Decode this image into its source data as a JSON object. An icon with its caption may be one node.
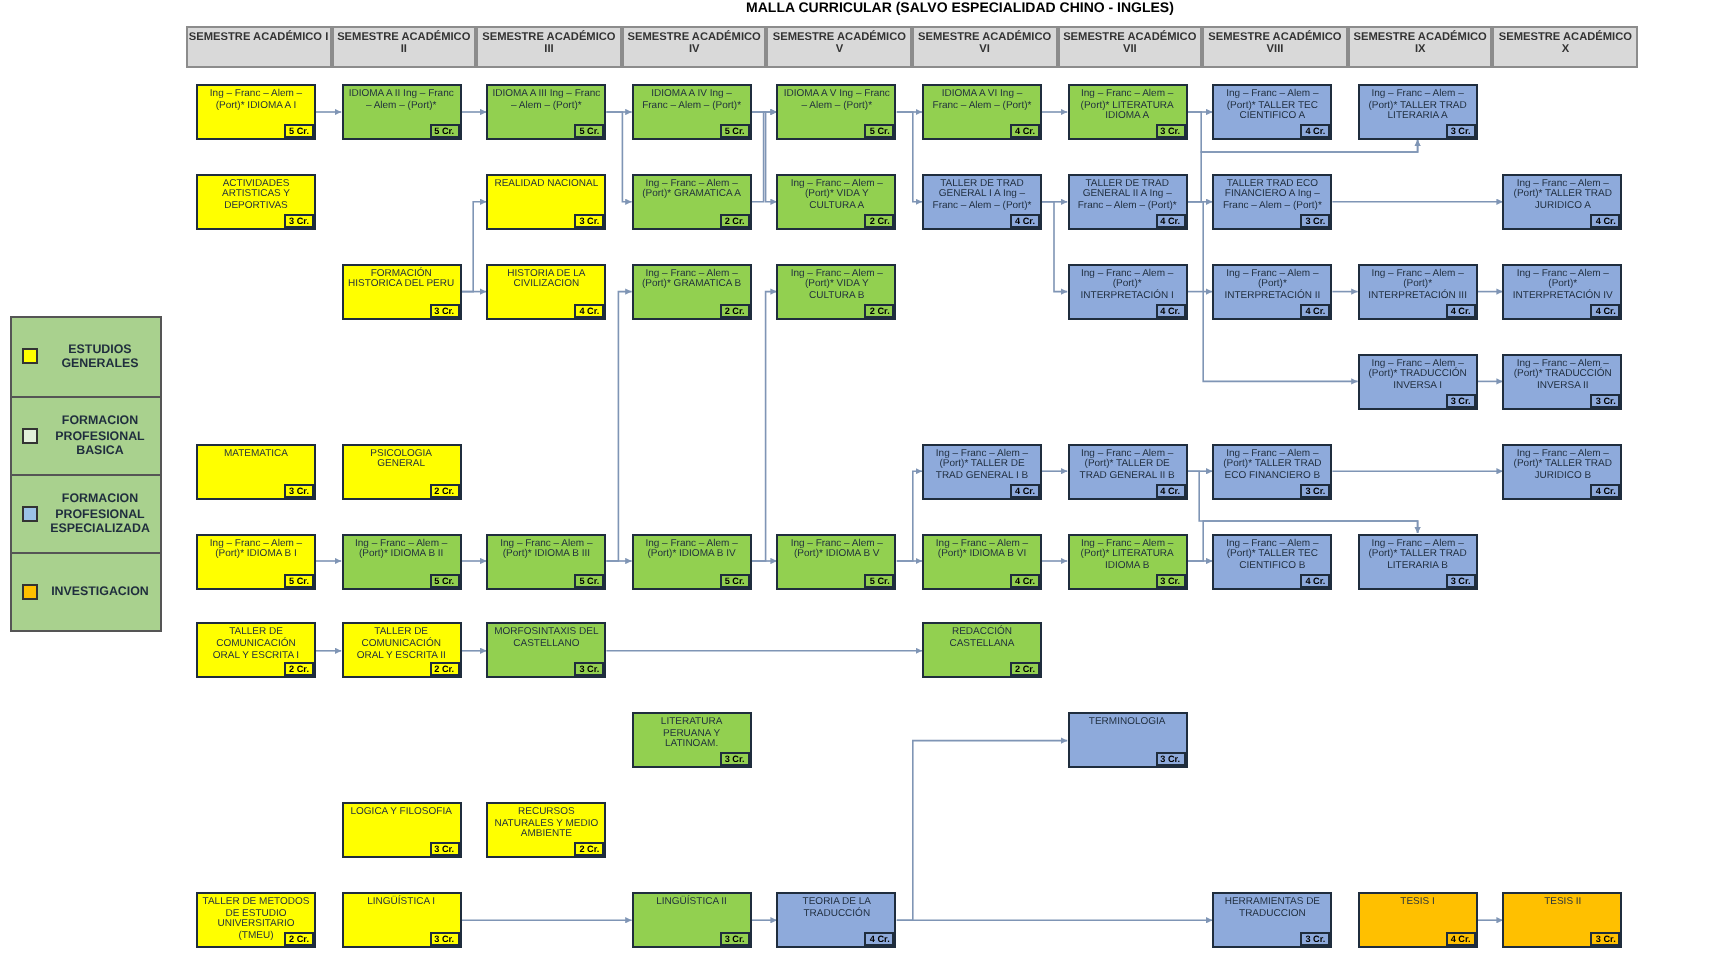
{
  "diagram": {
    "title": "MALLA CURRICULAR (SALVO ESPECIALIDAD CHINO - INGLES)",
    "nodes": [
      {
        "text": [
          "Ing – Franc – Alem – (Port)* IDIOMA A I",
          "5 Cr."
        ]
      },
      {
        "text": [
          "IDIOMA A II Ing – Franc – Alem – (Port)*",
          "5 Cr."
        ]
      },
      {
        "text": [
          "IDIOMA A III Ing – Franc – Alem – (Port)*",
          "5 Cr."
        ]
      },
      {
        "text": [
          "IDIOMA A IV Ing – Franc – Alem – (Port)*",
          "5 Cr."
        ]
      },
      {
        "text": [
          "IDIOMA A V Ing – Franc – Alem – (Port)*",
          "5 Cr."
        ]
      },
      {
        "text": [
          "IDIOMA A VI Ing – Franc – Alem – (Port)*",
          "4 Cr."
        ]
      },
      {
        "text": [
          "Ing – Franc – Alem – (Port)* LITERATURA IDIOMA A",
          "3 Cr."
        ]
      },
      {
        "text": [
          "Ing – Franc – Alem – (Port)* TALLER TEC CIENTIFICO A",
          "4 Cr."
        ]
      },
      {
        "text": [
          "Ing – Franc – Alem – (Port)* TALLER TRAD LITERARIA A",
          "3 Cr."
        ]
      },
      {
        "text": [
          "ACTIVIDADES ARTISTICAS Y DEPORTIVAS",
          "3 Cr."
        ]
      },
      {
        "text": [
          "REALIDAD NACIONAL",
          "3 Cr."
        ]
      },
      {
        "text": [
          "Ing – Franc – Alem – (Port)* GRAMATICA A",
          "2 Cr."
        ]
      },
      {
        "text": [
          "Ing – Franc – Alem – (Port)* VIDA Y CULTURA A",
          "2 Cr."
        ]
      },
      {
        "text": [
          "TALLER DE TRAD GENERAL I A Ing – Franc – Alem – (Port)*",
          "4 Cr."
        ]
      },
      {
        "text": [
          "TALLER DE TRAD GENERAL II A Ing – Franc – Alem – (Port)*",
          "4 Cr."
        ]
      },
      {
        "text": [
          "TALLER TRAD ECO FINANCIERO A Ing – Franc – Alem – (Port)*",
          "3 Cr."
        ]
      },
      {
        "text": [
          "Ing – Franc – Alem – (Port)* TALLER TRAD JURIDICO A",
          "4 Cr."
        ]
      },
      {
        "text": [
          "FORMACIÓN HISTORICA DEL PERU",
          "3 Cr."
        ]
      },
      {
        "text": [
          "HISTORIA DE LA CIVILIZACION",
          "4 Cr."
        ]
      },
      {
        "text": [
          "Ing – Franc – Alem – (Port)* GRAMATICA B",
          "2 Cr."
        ]
      },
      {
        "text": [
          "Ing – Franc – Alem – (Port)* VIDA Y CULTURA B",
          "2 Cr."
        ]
      },
      {
        "text": [
          "Ing – Franc – Alem – (Port)* INTERPRETACIÓN I",
          "4 Cr."
        ]
      },
      {
        "text": [
          "Ing – Franc – Alem – (Port)* INTERPRETACIÓN II",
          "4 Cr."
        ]
      },
      {
        "text": [
          "Ing – Franc – Alem – (Port)* INTERPRETACIÓN III",
          "4 Cr."
        ]
      },
      {
        "text": [
          "Ing – Franc – Alem – (Port)* INTERPRETACIÓN IV",
          "4 Cr."
        ]
      },
      {
        "text": [
          "Ing – Franc – Alem – (Port)* TRADUCCIÓN INVERSA I",
          "3 Cr."
        ]
      },
      {
        "text": [
          "Ing – Franc – Alem – (Port)* TRADUCCIÓN INVERSA II",
          "3 Cr."
        ]
      },
      {
        "text": [
          "MATEMATICA",
          "3 Cr."
        ]
      },
      {
        "text": [
          "PSICOLOGIA GENERAL",
          "2 Cr."
        ]
      },
      {
        "text": [
          "Ing – Franc – Alem – (Port)* TALLER DE TRAD GENERAL I B",
          "4 Cr."
        ]
      },
      {
        "text": [
          "Ing – Franc – Alem – (Port)* TALLER DE TRAD GENERAL II B",
          "4 Cr."
        ]
      },
      {
        "text": [
          "Ing – Franc – Alem – (Port)* TALLER TRAD ECO FINANCIERO B",
          "3 Cr."
        ]
      },
      {
        "text": [
          "Ing – Franc – Alem – (Port)* TALLER TRAD JURIDICO B",
          "4 Cr."
        ]
      },
      {
        "text": [
          "Ing – Franc – Alem – (Port)* IDIOMA B I",
          "5 Cr."
        ]
      },
      {
        "text": [
          "Ing – Franc – Alem – (Port)* IDIOMA B II",
          "5 Cr."
        ]
      },
      {
        "text": [
          "Ing – Franc – Alem – (Port)* IDIOMA B III",
          "5 Cr."
        ]
      },
      {
        "text": [
          "Ing – Franc – Alem – (Port)* IDIOMA B IV",
          "5 Cr."
        ]
      },
      {
        "text": [
          "Ing – Franc – Alem – (Port)* IDIOMA B V",
          "5 Cr."
        ]
      },
      {
        "text": [
          "Ing – Franc – Alem – (Port)* IDIOMA B VI",
          "4 Cr."
        ]
      },
      {
        "text": [
          "Ing – Franc – Alem – (Port)* LITERATURA IDIOMA B",
          "3 Cr."
        ]
      },
      {
        "text": [
          "Ing – Franc – Alem – (Port)* TALLER TEC CIENTIFICO B",
          "4 Cr."
        ]
      },
      {
        "text": [
          "Ing – Franc – Alem – (Port)* TALLER TRAD LITERARIA B",
          "3 Cr."
        ]
      },
      {
        "text": [
          "TALLER DE COMUNICACIÓN ORAL Y ESCRITA I",
          "2 Cr."
        ]
      },
      {
        "text": [
          "TALLER DE COMUNICACIÓN ORAL Y ESCRITA II",
          "2 Cr."
        ]
      },
      {
        "text": [
          "MORFOSINTAXIS DEL CASTELLANO",
          "3 Cr."
        ]
      },
      {
        "text": [
          "REDACCIÓN CASTELLANA",
          "2 Cr."
        ]
      },
      {
        "text": [
          "LITERATURA PERUANA Y LATINOAM.",
          "3 Cr."
        ]
      },
      {
        "text": [
          "TERMINOLOGIA",
          "3 Cr."
        ]
      },
      {
        "text": [
          "LOGICA Y FILOSOFIA",
          "3 Cr."
        ]
      },
      {
        "text": [
          "RECURSOS NATURALES Y MEDIO AMBIENTE",
          "2 Cr."
        ]
      },
      {
        "text": [
          "TALLER DE METODOS DE ESTUDIO UNIVERSITARIO (TMEU)",
          "2 Cr."
        ]
      },
      {
        "text": [
          "LINGÜÍSTICA I",
          "3 Cr."
        ]
      },
      {
        "text": [
          "LINGÜÍSTICA II",
          "3 Cr."
        ]
      },
      {
        "text": [
          "TEORIA DE LA TRADUCCIÓN",
          "4 Cr."
        ]
      },
      {
        "text": [
          "HERRAMIENTAS DE TRADUCCION",
          "3 Cr."
        ]
      },
      {
        "text": [
          "TESIS I",
          "4 Cr."
        ]
      },
      {
        "text": [
          "TESIS II",
          "3 Cr."
        ]
      }
    ],
    "edges": [
      {
        "from": 0,
        "to": 1,
        "arrow": "to"
      },
      {
        "from": 1,
        "to": 2,
        "arrow": "to"
      },
      {
        "from": 2,
        "to": 3,
        "arrow": "to"
      },
      {
        "from": 3,
        "to": 4,
        "arrow": "to"
      },
      {
        "from": 4,
        "to": 5,
        "arrow": "to"
      },
      {
        "from": 5,
        "to": 6,
        "arrow": "to"
      },
      {
        "from": 6,
        "to": 7,
        "arrow": "to"
      },
      {
        "from": 6,
        "to": 8,
        "arrow": "to"
      },
      {
        "from": 2,
        "to": 11,
        "arrow": "to"
      },
      {
        "from": 11,
        "to": 4,
        "arrow": "to"
      },
      {
        "from": 3,
        "to": 12,
        "arrow": "to"
      },
      {
        "from": 4,
        "to": 13,
        "arrow": "to"
      },
      {
        "from": 13,
        "to": 14,
        "arrow": "to"
      },
      {
        "from": 14,
        "to": 15,
        "arrow": "to"
      },
      {
        "from": 15,
        "to": 16,
        "arrow": "to"
      },
      {
        "from": 13,
        "to": 21,
        "arrow": "to"
      },
      {
        "from": 14,
        "to": 8,
        "arrow": "to"
      },
      {
        "from": 14,
        "to": 25,
        "arrow": "to"
      },
      {
        "from": 17,
        "to": 10,
        "arrow": "to"
      },
      {
        "from": 17,
        "to": 18,
        "arrow": "to"
      },
      {
        "from": 21,
        "to": 22,
        "arrow": "to"
      },
      {
        "from": 22,
        "to": 23,
        "arrow": "to"
      },
      {
        "from": 23,
        "to": 24,
        "arrow": "to"
      },
      {
        "from": 25,
        "to": 26,
        "arrow": "to"
      },
      {
        "from": 29,
        "to": 30,
        "arrow": "to"
      },
      {
        "from": 30,
        "to": 31,
        "arrow": "to"
      },
      {
        "from": 31,
        "to": 32,
        "arrow": "to"
      },
      {
        "from": 30,
        "to": 41,
        "arrow": "to"
      },
      {
        "from": 33,
        "to": 34,
        "arrow": "to"
      },
      {
        "from": 34,
        "to": 35,
        "arrow": "to"
      },
      {
        "from": 35,
        "to": 36,
        "arrow": "to"
      },
      {
        "from": 36,
        "to": 37,
        "arrow": "to"
      },
      {
        "from": 37,
        "to": 38,
        "arrow": "to"
      },
      {
        "from": 38,
        "to": 39,
        "arrow": "to"
      },
      {
        "from": 39,
        "to": 40,
        "arrow": "to"
      },
      {
        "from": 39,
        "to": 41,
        "arrow": "to"
      },
      {
        "from": 35,
        "to": 19,
        "arrow": "to"
      },
      {
        "from": 36,
        "to": 20,
        "arrow": "to"
      },
      {
        "from": 37,
        "to": 29,
        "arrow": "to"
      },
      {
        "from": 42,
        "to": 43,
        "arrow": "to"
      },
      {
        "from": 43,
        "to": 44,
        "arrow": "to"
      },
      {
        "from": 44,
        "to": 45,
        "arrow": "to"
      },
      {
        "from": 51,
        "to": 52,
        "arrow": "to"
      },
      {
        "from": 52,
        "to": 53,
        "arrow": "to"
      },
      {
        "from": 53,
        "to": 47,
        "arrow": "to"
      },
      {
        "from": 53,
        "to": 54,
        "arrow": "to"
      },
      {
        "from": 55,
        "to": 56,
        "arrow": "to"
      }
    ],
    "labels": [
      "SEMESTRE ACADÉMICO I",
      "SEMESTRE ACADÉMICO II",
      "SEMESTRE ACADÉMICO III",
      "SEMESTRE ACADÉMICO IV",
      "SEMESTRE ACADÉMICO V",
      "SEMESTRE ACADÉMICO VI",
      "SEMESTRE ACADÉMICO VII",
      "SEMESTRE ACADÉMICO VIII",
      "SEMESTRE ACADÉMICO IX",
      "SEMESTRE ACADÉMICO X"
    ],
    "legend": [
      {
        "text": "ESTUDIOS GENERALES",
        "color": "#ffff00"
      },
      {
        "text": "FORMACION PROFESIONAL BASICA",
        "color": "#e2efda"
      },
      {
        "text": "FORMACION PROFESIONAL ESPECIALIZADA",
        "color": "#9bc2e6"
      },
      {
        "text": "INVESTIGACION",
        "color": "#ffc000"
      }
    ]
  }
}
